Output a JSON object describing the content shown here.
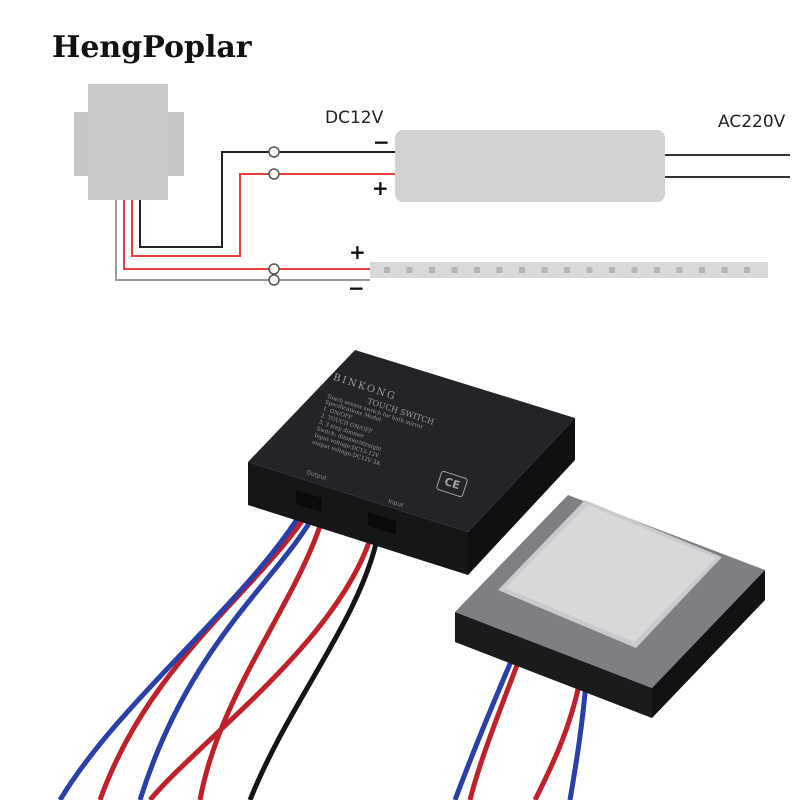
{
  "brand": "HengPoplar",
  "wiring": {
    "dc_label": "DC12V",
    "ac_label": "AC220V",
    "minus": "−",
    "plus": "+"
  },
  "controller": {
    "brand_text": "BINKONG",
    "title": "TOUCH SWITCH",
    "desc": "Touch sensor switch for bath mirror",
    "spec_header": "Specifications Model:",
    "mode_1": "1. ON/OFF",
    "mode_2": "2. TOUCH ON/OFF",
    "mode_3": "3. 3 step dimmer",
    "mode_4": "Switch: dimmer/straight",
    "input": "Input voltage:DC12-12V",
    "output": "output voltage:DC12V 3A",
    "ce": "CE",
    "port_out": "Output",
    "port_in": "Input"
  },
  "colors": {
    "wire_red": "#e8403e",
    "wire_black": "#222222",
    "wire_grey": "#9a9a9a",
    "led_strip": "#d9d9d9",
    "box_grey": "#c8c8c8",
    "module_black": "#1e1f21",
    "cable_red": "#c0202a",
    "cable_blue": "#2a3fa8",
    "cable_black": "#151515"
  }
}
